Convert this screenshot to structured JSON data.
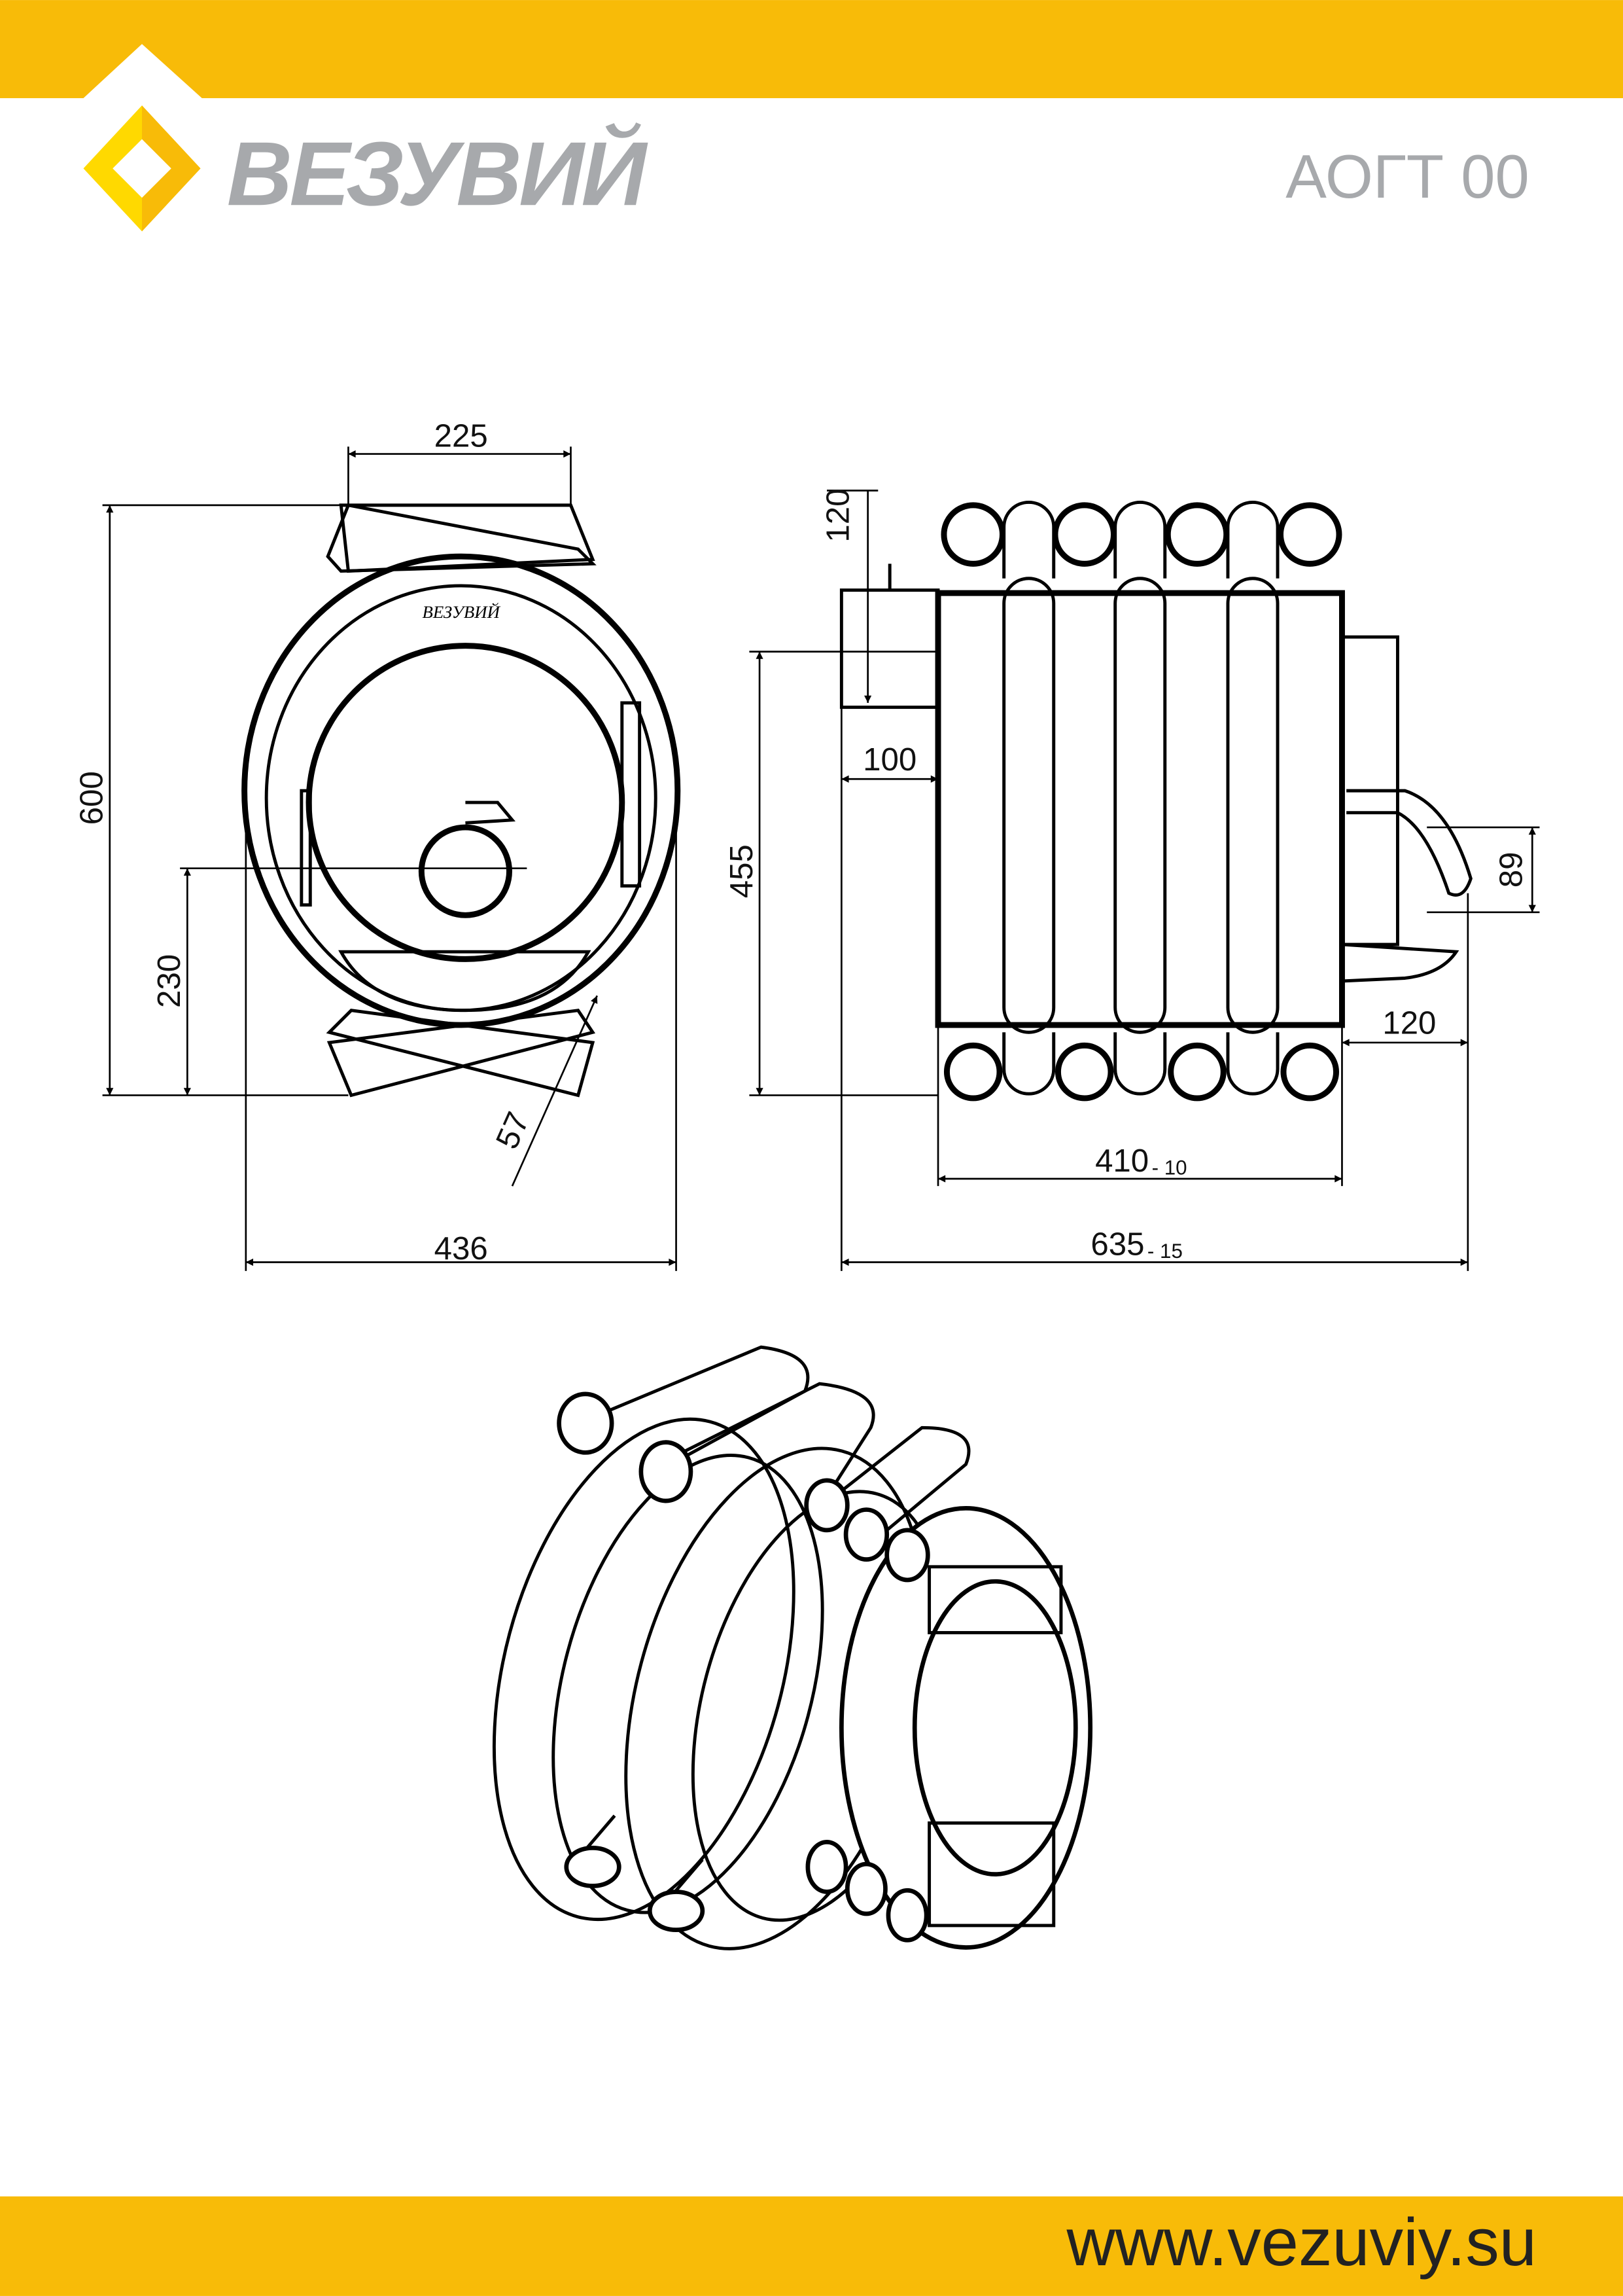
{
  "header": {
    "brand": "ВЕЗУВИЙ",
    "model": "АОГТ 00",
    "brand_color": "#F8BB08",
    "logo_color": "#A7A9AC"
  },
  "front_view": {
    "dims": {
      "top_width": "225",
      "height": "600",
      "leg_height": "230",
      "width": "436",
      "leg_size": "57"
    }
  },
  "side_view": {
    "dims": {
      "flue_height": "120",
      "flue_length": "100",
      "flue_axis": "455",
      "handle": "89",
      "rear_offset": "120",
      "body_length": "410",
      "body_tol": "- 10",
      "total_length": "635",
      "total_tol": "- 15"
    }
  },
  "footer": {
    "url": "www.vezuviy.su"
  }
}
